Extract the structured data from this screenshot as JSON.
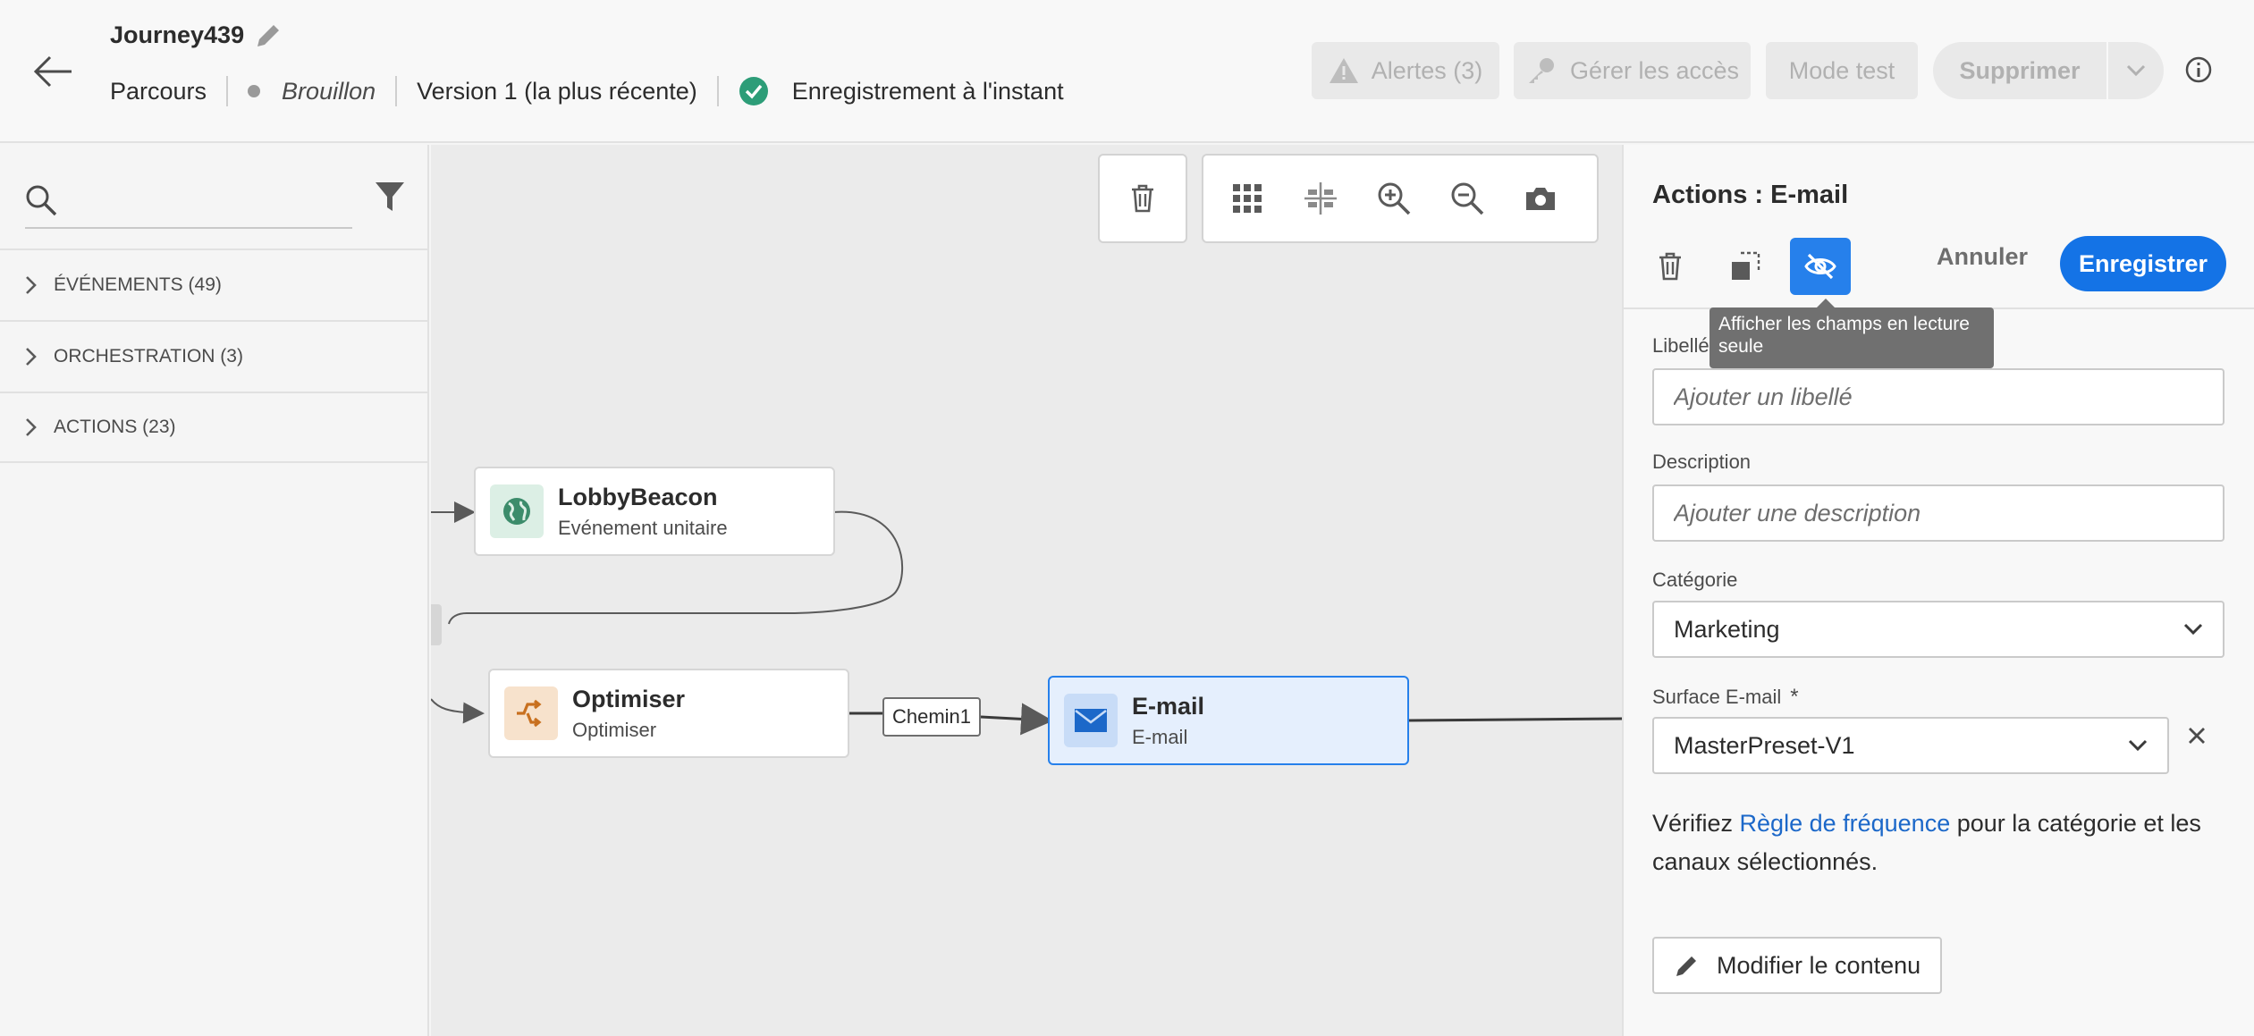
{
  "header": {
    "journey_name": "Journey439",
    "breadcrumb": "Parcours",
    "status": "Brouillon",
    "version": "Version 1 (la plus récente)",
    "save_status": "Enregistrement à l'instant",
    "buttons": {
      "alerts": "Alertes (3)",
      "manage_access": "Gérer les accès",
      "test_mode": "Mode test",
      "delete": "Supprimer"
    }
  },
  "sidebar": {
    "search_placeholder": "",
    "categories": [
      {
        "label": "ÉVÉNEMENTS (49)"
      },
      {
        "label": "ORCHESTRATION (3)"
      },
      {
        "label": "ACTIONS (23)"
      }
    ]
  },
  "canvas": {
    "nodes": {
      "lobby": {
        "title": "LobbyBeacon",
        "subtitle": "Evénement unitaire",
        "icon": "globe-icon"
      },
      "optimizer": {
        "title": "Optimiser",
        "subtitle": "Optimiser",
        "icon": "split-icon"
      },
      "email": {
        "title": "E-mail",
        "subtitle": "E-mail",
        "icon": "envelope-icon"
      }
    },
    "path_label": "Chemin1"
  },
  "panel": {
    "title": "Actions : E-mail",
    "cancel": "Annuler",
    "save": "Enregistrer",
    "tooltip": "Afficher les champs en lecture seule",
    "label_field": {
      "label": "Libellé",
      "placeholder": "Ajouter un libellé"
    },
    "description_field": {
      "label": "Description",
      "placeholder": "Ajouter une description"
    },
    "category_field": {
      "label": "Catégorie",
      "value": "Marketing"
    },
    "surface_field": {
      "label": "Surface E-mail",
      "required_mark": "*",
      "value": "MasterPreset-V1"
    },
    "note": {
      "before": "Vérifiez ",
      "link": "Règle de fréquence",
      "after": " pour la catégorie et les canaux sélectionnés."
    },
    "modify_button": "Modifier le contenu"
  },
  "colors": {
    "accent": "#1473e6",
    "success": "#2d9d78",
    "node_selected_bg": "#e5effd"
  }
}
